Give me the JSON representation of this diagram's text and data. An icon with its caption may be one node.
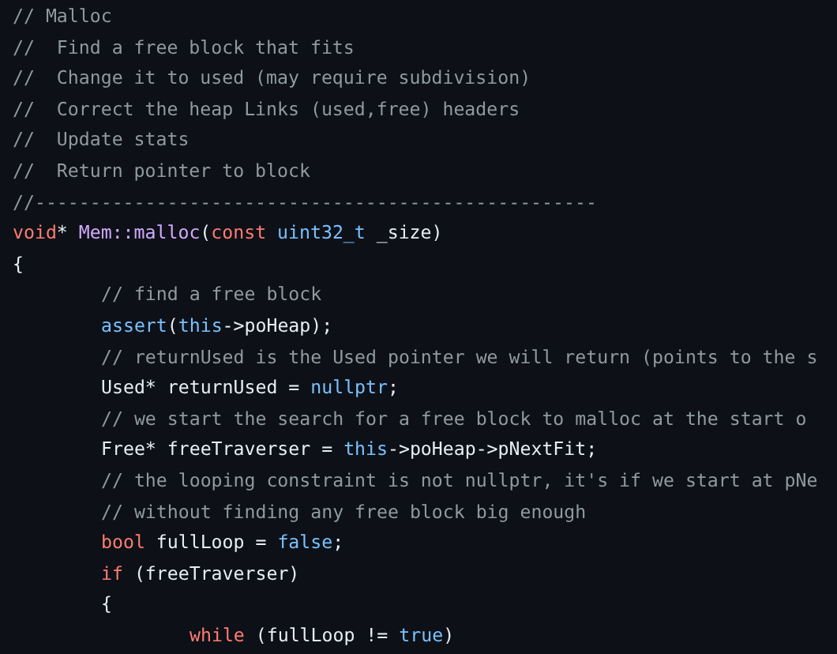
{
  "diagram": {
    "labels": [
      "// Malloc",
      "//  Find a free block that fits",
      "//  Change it to used (may require subdivision)",
      "//  Correct the heap Links (used,free) headers",
      "//  Update stats",
      "//  Return pointer to block",
      "//---------------------------------------------------",
      "void* Mem::malloc(const uint32_t _size)",
      "{",
      "// find a free block",
      "assert(this->poHeap);",
      "// returnUsed is the Used pointer we will return (points to the s",
      "Used* returnUsed = nullptr;",
      "// we start the search for a free block to malloc at the start o",
      "Free* freeTraverser = this->poHeap->pNextFit;",
      "// the looping constraint is not nullptr, it's if we start at pNe",
      "// without finding any free block big enough",
      "bool fullLoop = false;",
      "if (freeTraverser)",
      "{",
      "while (fullLoop != true)"
    ]
  }
}
